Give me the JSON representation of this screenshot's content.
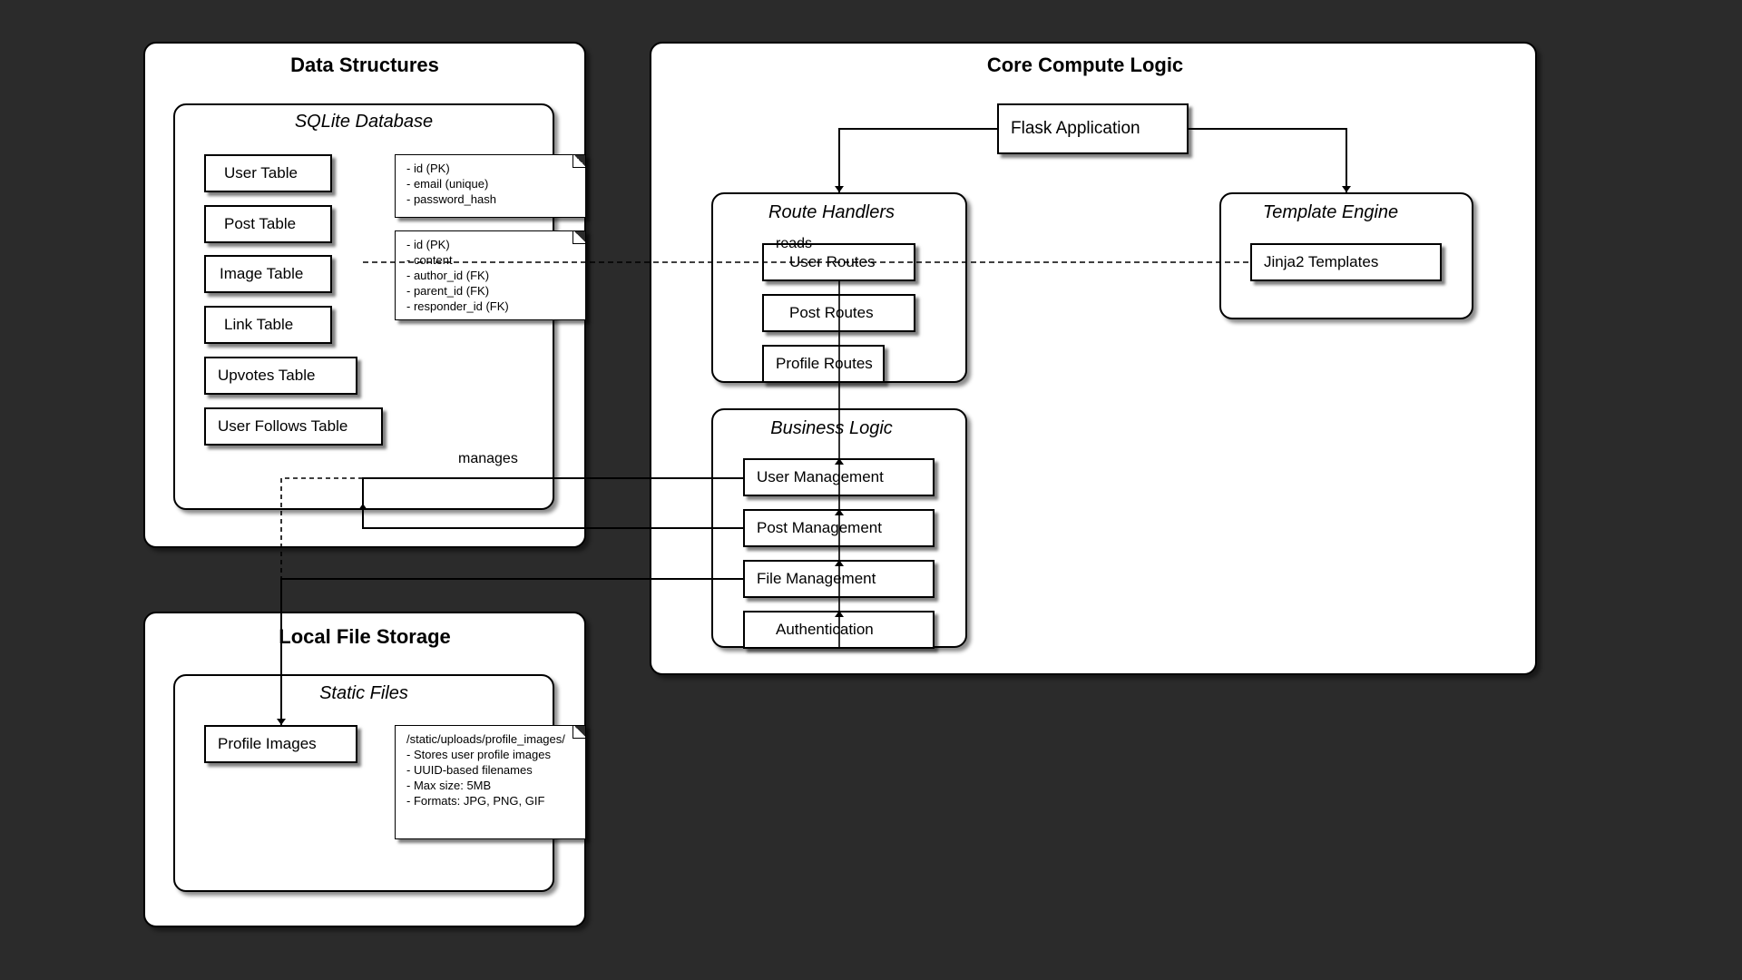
{
  "colors": {
    "background": "#2b2b2b",
    "panel": "#ffffff",
    "stroke": "#000000"
  },
  "data_structures": {
    "title": "Data Structures",
    "sqlite": {
      "title": "SQLite Database",
      "tables": [
        "User Table",
        "Post Table",
        "Image Table",
        "Link Table",
        "Upvotes Table",
        "User Follows Table"
      ]
    },
    "notes": {
      "user": [
        "- id (PK)",
        "- email (unique)",
        "- password_hash"
      ],
      "post": [
        "- id (PK)",
        "- content",
        "- author_id (FK)",
        "- parent_id (FK)",
        "- responder_id (FK)"
      ]
    },
    "manages_label": "manages"
  },
  "local_storage": {
    "title": "Local File Storage",
    "static_files": {
      "title": "Static Files",
      "profile_images": "Profile Images"
    },
    "note": [
      "/static/uploads/profile_images/",
      "- Stores user profile images",
      "- UUID-based filenames",
      "- Max size: 5MB",
      "- Formats: JPG, PNG, GIF"
    ]
  },
  "core": {
    "title": "Core Compute Logic",
    "flask": "Flask Application",
    "route_handlers": {
      "title": "Route Handlers",
      "items": [
        "User Routes",
        "Post Routes",
        "Profile Routes"
      ]
    },
    "template_engine": {
      "title": "Template Engine",
      "items": [
        "Jinja2 Templates"
      ]
    },
    "business_logic": {
      "title": "Business Logic",
      "items": [
        "User Management",
        "Post Management",
        "File Management",
        "Authentication"
      ]
    },
    "reads_label": "reads"
  }
}
